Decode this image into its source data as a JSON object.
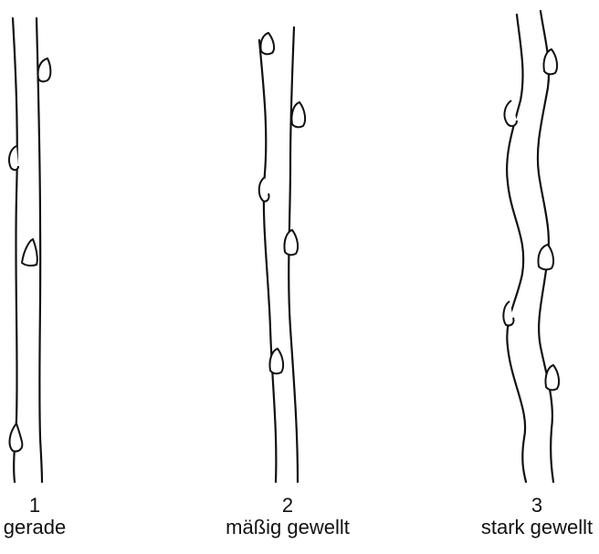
{
  "panels": [
    {
      "number": "1",
      "label": "gerade"
    },
    {
      "number": "2",
      "label": "mäßig gewellt"
    },
    {
      "number": "3",
      "label": "stark gewellt"
    }
  ],
  "stroke_color": "#111111"
}
